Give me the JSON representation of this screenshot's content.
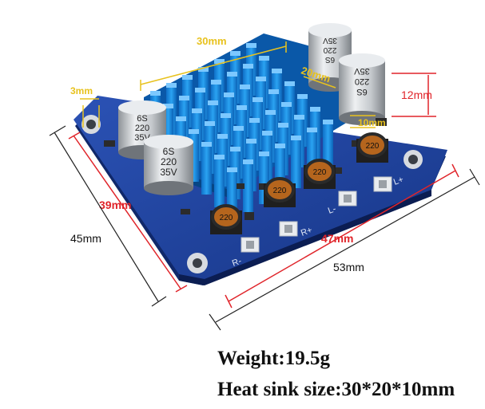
{
  "dimensions": {
    "heatsink_length": "30mm",
    "heatsink_width": "20mm",
    "heatsink_height": "10mm",
    "hole_diameter": "3mm",
    "capacitor_height": "12mm",
    "hole_spacing_vertical": "39mm",
    "board_height": "45mm",
    "hole_spacing_horizontal": "47mm",
    "board_width": "53mm"
  },
  "capacitor": {
    "line1": "6S",
    "line2": "220",
    "line3": "35V"
  },
  "inductor_label": "220",
  "pads": {
    "r_minus": "R-",
    "r_plus": "R+",
    "l_minus": "L-",
    "l_plus": "L+"
  },
  "captions": {
    "weight": "Weight:19.5g",
    "heatsink_size": "Heat sink size:30*20*10mm"
  },
  "colors": {
    "pcb": "#1d3f9a",
    "heatsink": "#1a8fe3",
    "dimension_gold": "#e8c21e",
    "dimension_red": "#e0242a"
  }
}
